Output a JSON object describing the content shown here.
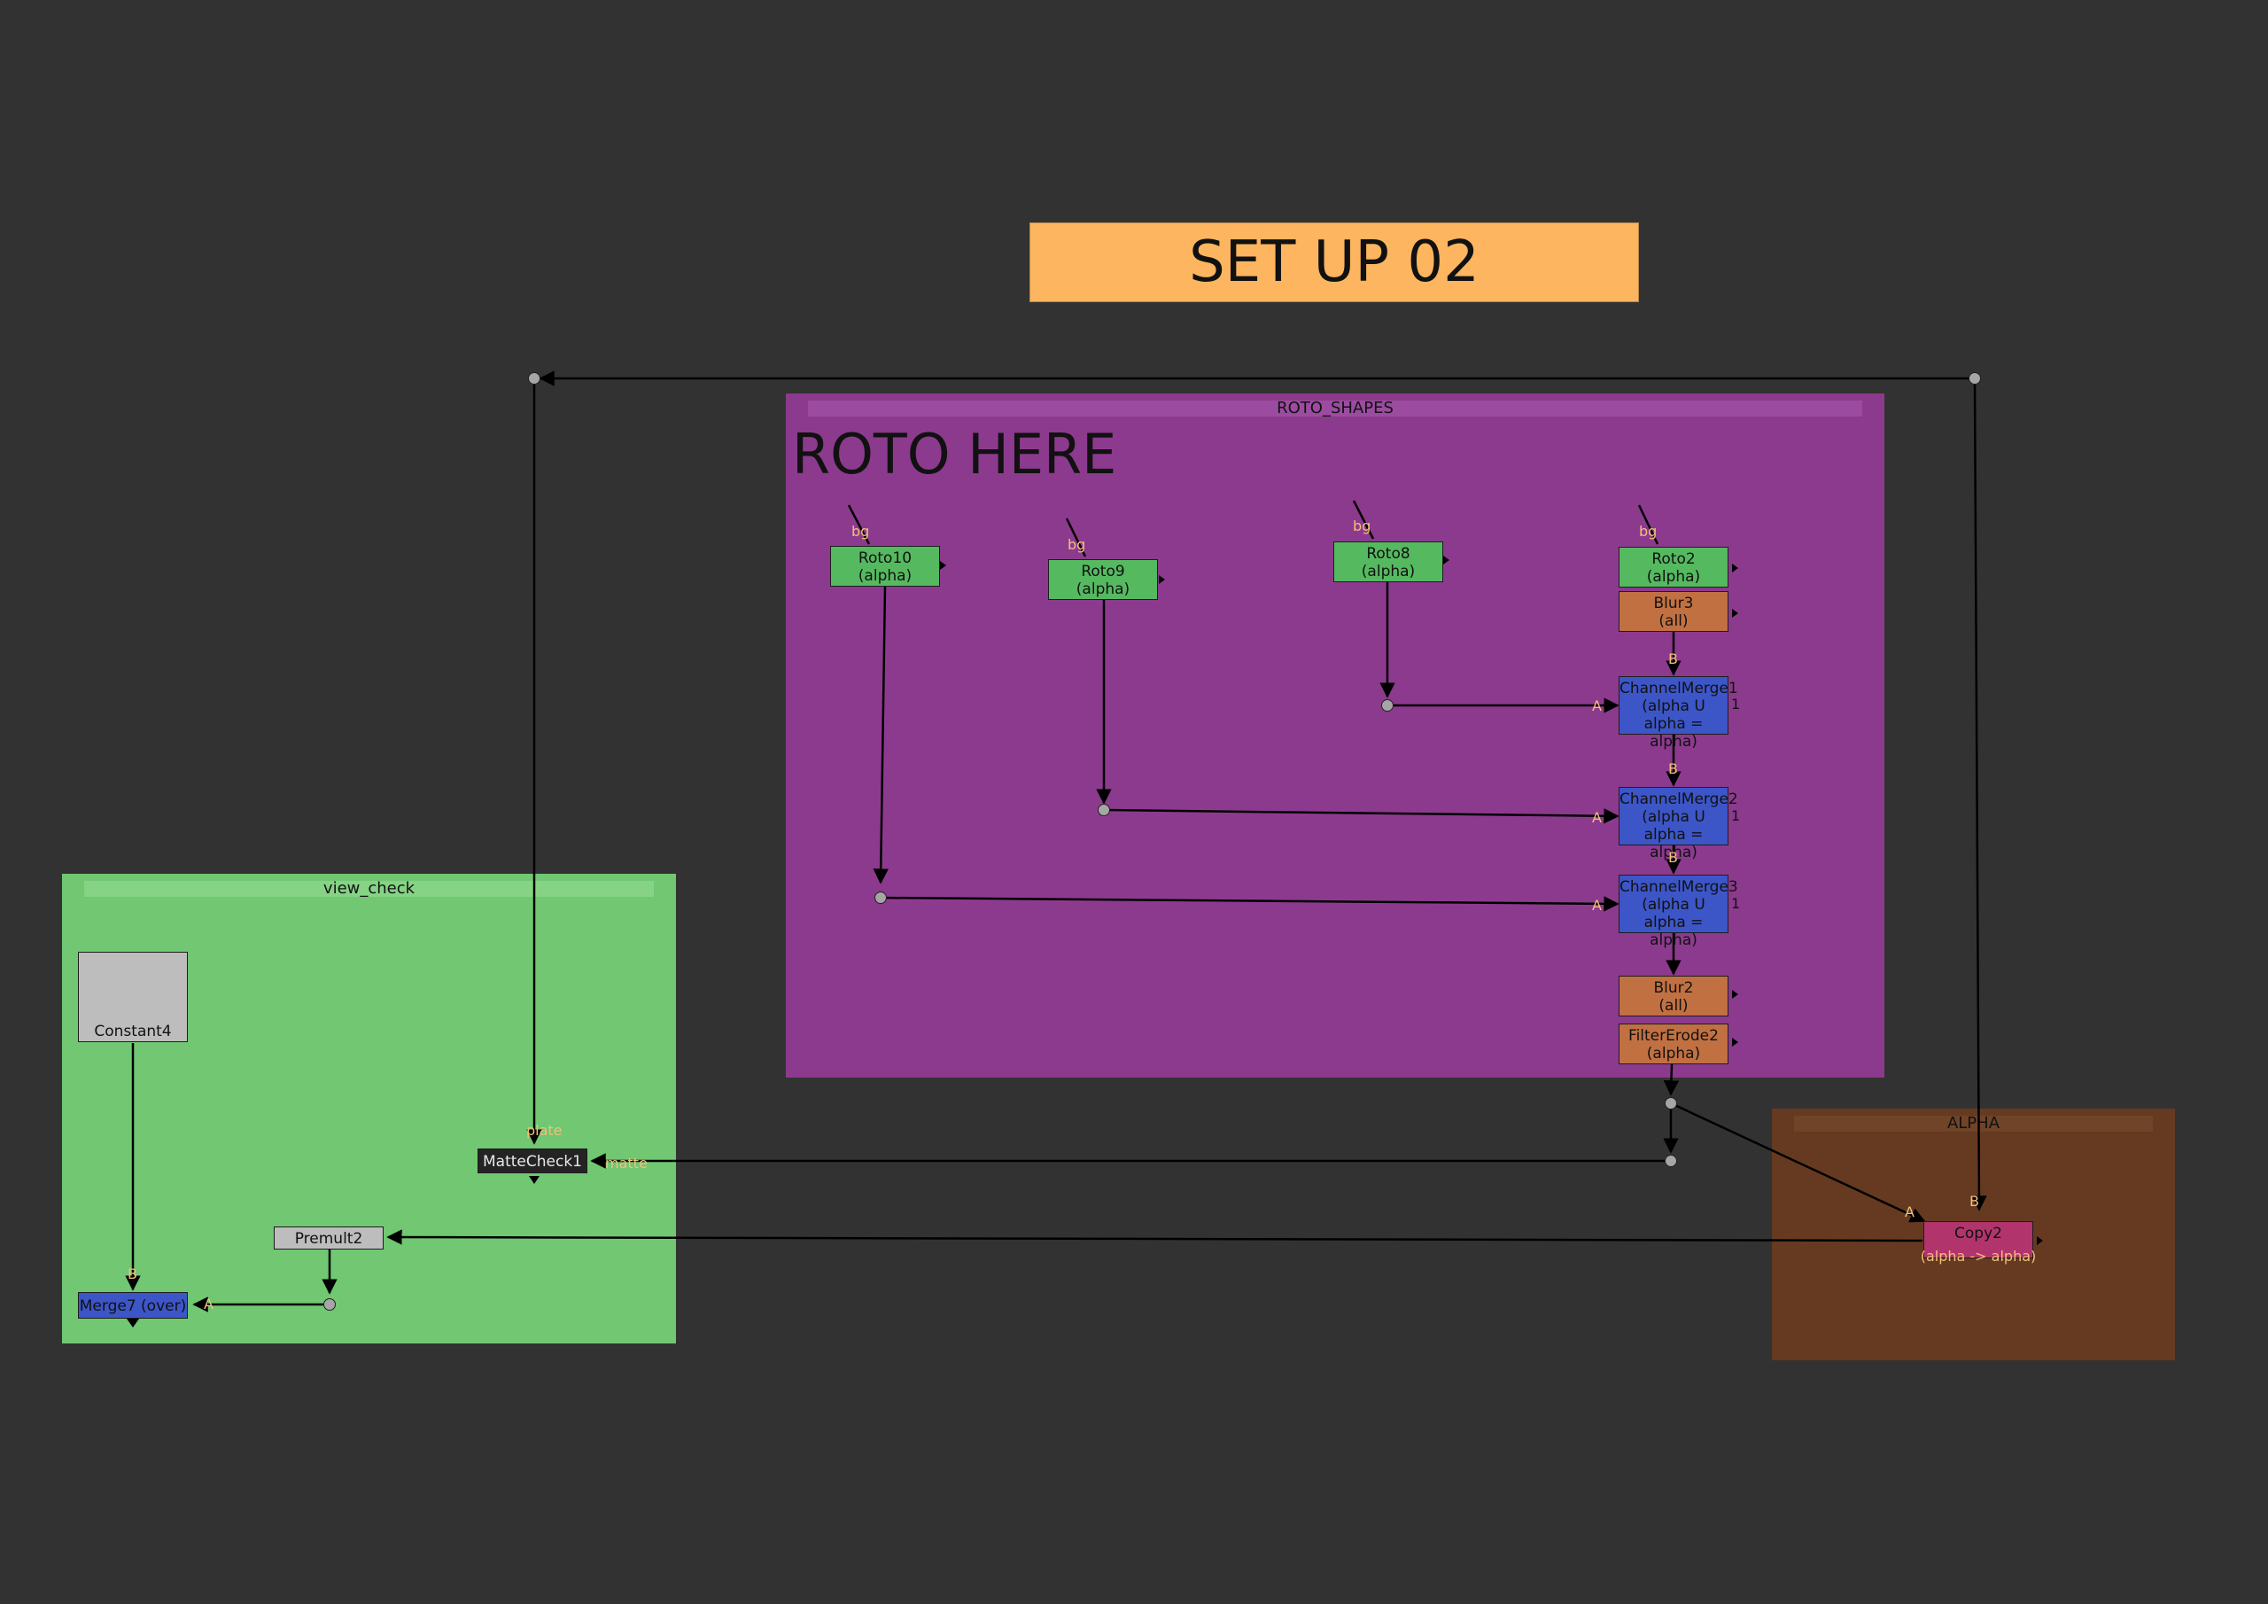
{
  "sticky_note": {
    "text": "SET UP 02",
    "color": "#fdb55f"
  },
  "backdrops": {
    "roto_shapes": {
      "title": "ROTO_SHAPES",
      "note": "ROTO HERE",
      "color": "#8c3a8e"
    },
    "view_check": {
      "title": "view_check",
      "color": "#71c772"
    },
    "alpha": {
      "title": "ALPHA",
      "color": "#653a21"
    }
  },
  "nodes": {
    "roto10": {
      "name": "Roto10",
      "sub": "(alpha)"
    },
    "roto9": {
      "name": "Roto9",
      "sub": "(alpha)"
    },
    "roto8": {
      "name": "Roto8",
      "sub": "(alpha)"
    },
    "roto2": {
      "name": "Roto2",
      "sub": "(alpha)"
    },
    "blur3": {
      "name": "Blur3",
      "sub": "(all)"
    },
    "channelmerge1": {
      "name": "ChannelMerge1",
      "sub": "(alpha U alpha =",
      "sub2": "alpha)"
    },
    "channelmerge2": {
      "name": "ChannelMerge2",
      "sub": "(alpha U alpha =",
      "sub2": "alpha)"
    },
    "channelmerge3": {
      "name": "ChannelMerge3",
      "sub": "(alpha U alpha =",
      "sub2": "alpha)"
    },
    "blur2": {
      "name": "Blur2",
      "sub": "(all)"
    },
    "filtererode2": {
      "name": "FilterErode2",
      "sub": "(alpha)"
    },
    "copy2": {
      "name": "Copy2",
      "sub": "(alpha -> alpha)"
    },
    "constant4": {
      "name": "Constant4"
    },
    "mattecheck1": {
      "name": "MatteCheck1"
    },
    "premult2": {
      "name": "Premult2"
    },
    "merge7": {
      "name": "Merge7 (over)"
    }
  },
  "input_labels": {
    "bg": "bg",
    "a": "A",
    "b": "B",
    "one": "1",
    "plate": "plate",
    "matte": "matte"
  },
  "colors": {
    "roto_node": "#55b960",
    "filter_node": "#c17042",
    "merge_node": "#3c56c8",
    "copy_node": "#b1356c",
    "wire": "#000000",
    "input_label": "#f2c078"
  }
}
